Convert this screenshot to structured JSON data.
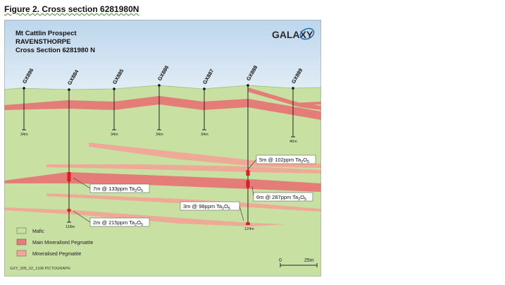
{
  "caption": "Figure 2. Cross section 6281980N",
  "header": {
    "line1": "Mt Cattlin Prospect",
    "line2": "RAVENSTHORPE",
    "line3": "Cross Section 6281980 N"
  },
  "logo": "GALAXY",
  "drillholes": [
    {
      "id": "GX896",
      "depth": "34m"
    },
    {
      "id": "GX884",
      "depth": "118m"
    },
    {
      "id": "GX885",
      "depth": "34m"
    },
    {
      "id": "GX886",
      "depth": "34m"
    },
    {
      "id": "GX887",
      "depth": "34m"
    },
    {
      "id": "GX888",
      "depth": "124m"
    },
    {
      "id": "GX889",
      "depth": "40m"
    }
  ],
  "intercepts": [
    {
      "value": "5m @ 102ppm Ta",
      "sub": "2",
      "mid": "O",
      "sub2": "5"
    },
    {
      "value": "7m @ 133ppm Ta",
      "sub": "2",
      "mid": "O",
      "sub2": "5"
    },
    {
      "value": "6m @ 287ppm Ta",
      "sub": "2",
      "mid": "O",
      "sub2": "5"
    },
    {
      "value": "3m @ 98ppm Ta",
      "sub": "2",
      "mid": "O",
      "sub2": "5"
    },
    {
      "value": "2m @ 215ppm Ta",
      "sub": "2",
      "mid": "O",
      "sub2": "5"
    }
  ],
  "legend": [
    {
      "label": "Mafic",
      "color": "#c8e0a2"
    },
    {
      "label": "Main Mineralised Pegmatite",
      "color": "#e47d78"
    },
    {
      "label": "Mineralised Pegmatite",
      "color": "#efaa97"
    }
  ],
  "scale": {
    "start": "0",
    "end": "25m"
  },
  "footer": "GXY_005_02_1108 PICTOGRAPH",
  "colors": {
    "sky": "#bdd7ee",
    "ground": "#c8e0a2",
    "pegmatite": "#efaa97",
    "main_pegmatite": "#e47d78",
    "intercept": "#e01b1b",
    "logo_arc": "#2d6eb5"
  }
}
